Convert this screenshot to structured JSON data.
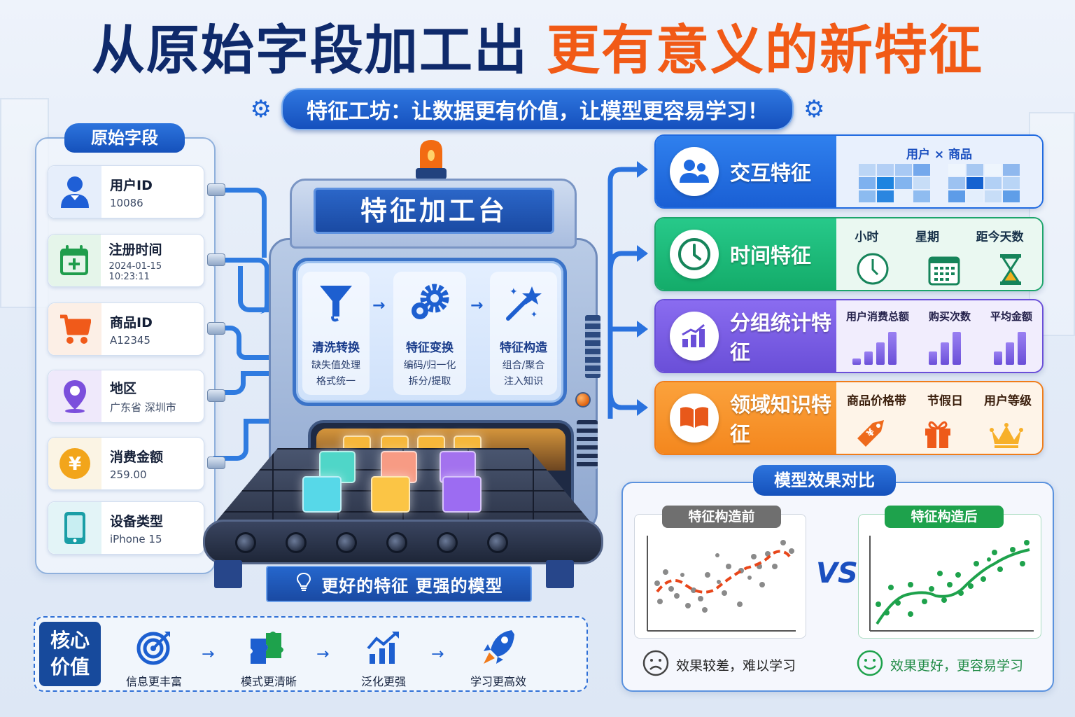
{
  "title": {
    "part1": "从原始字段加工出",
    "part2": "更有意义的新特征"
  },
  "subtitle": "特征工坊：让数据更有价值，让模型更容易学习！",
  "raw_fields": {
    "header": "原始字段",
    "items": [
      {
        "label": "用户ID",
        "value": "10086",
        "icon": "user-icon",
        "color": "#1f5fd6",
        "bg": "#e6eefb"
      },
      {
        "label": "注册时间",
        "value": "2024-01-15 10:23:11",
        "icon": "calendar-add-icon",
        "color": "#1f9d4c",
        "bg": "#e5f5ea"
      },
      {
        "label": "商品ID",
        "value": "A12345",
        "icon": "shopping-cart-icon",
        "color": "#f05a1a",
        "bg": "#fcefe6"
      },
      {
        "label": "地区",
        "value": "广东省  深圳市",
        "icon": "location-pin-icon",
        "color": "#7b4fdc",
        "bg": "#efe9fb"
      },
      {
        "label": "消费金额",
        "value": "259.00",
        "icon": "yuan-coin-icon",
        "color": "#f2a51b",
        "bg": "#fbf4e4"
      },
      {
        "label": "设备类型",
        "value": "iPhone 15",
        "icon": "smartphone-icon",
        "color": "#1a9ea6",
        "bg": "#e3f4f7"
      }
    ]
  },
  "machine": {
    "sign": "特征加工台",
    "steps": [
      {
        "title": "清洗转换",
        "desc1": "缺失值处理",
        "desc2": "格式统一",
        "icon": "funnel-icon"
      },
      {
        "title": "特征变换",
        "desc1": "编码/归一化",
        "desc2": "拆分/提取",
        "icon": "gears-icon"
      },
      {
        "title": "特征构造",
        "desc1": "组合/聚合",
        "desc2": "注入知识",
        "icon": "magic-wand-icon"
      }
    ],
    "arrow": "→",
    "banner": "更好的特征  更强的模型"
  },
  "features": [
    {
      "title": "交互特征",
      "color": "#1f6ae0",
      "light": "#e8f0fd",
      "border": "#1f6ae0",
      "icon": "users-icon",
      "header": "用户 × 商品",
      "heatmap_a": [
        "#bcd6f6",
        "#b3cff5",
        "#a8c9f4",
        "#74a8ec",
        "#7eb1ef",
        "#1d84e0",
        "#82b4ef",
        "#c7ddf7",
        "#8cbbf0",
        "#2a86e0",
        "#e8f1fc",
        "#8fbcf0"
      ],
      "heatmap_b": [
        "#eef5fd",
        "#a7c8f2",
        "#eef5fd",
        "#8fb8ee",
        "#9cc2f1",
        "#1562d0",
        "#b2d0f5",
        "#b9d5f6",
        "#5d9ce8",
        "#e3eefc",
        "#c7ddf7",
        "#5f9ee8"
      ]
    },
    {
      "title": "时间特征",
      "color": "#1ebd7a",
      "light": "#eaf8f1",
      "border": "#1ea56c",
      "icon": "clock-icon",
      "sub": [
        {
          "label": "小时",
          "icon": "clock-icon"
        },
        {
          "label": "星期",
          "icon": "calendar-icon"
        },
        {
          "label": "距今天数",
          "icon": "hourglass-icon"
        }
      ]
    },
    {
      "title": "分组统计特征",
      "color": "#7a5ce6",
      "light": "#f1edfd",
      "border": "#6a4fd8",
      "icon": "bar-chart-icon",
      "sub": [
        {
          "label": "用户消费总额",
          "bars": [
            14,
            30,
            52,
            76
          ]
        },
        {
          "label": "购买次数",
          "bars": [
            30,
            52,
            76
          ]
        },
        {
          "label": "平均金额",
          "bars": [
            30,
            52,
            76
          ]
        }
      ]
    },
    {
      "title": "领域知识特征",
      "color": "#f7922a",
      "light": "#fef4e8",
      "border": "#f07d1a",
      "icon": "open-book-icon",
      "sub": [
        {
          "label": "商品价格带",
          "icon": "price-tag-icon"
        },
        {
          "label": "节假日",
          "icon": "gift-icon"
        },
        {
          "label": "用户等级",
          "icon": "crown-icon"
        }
      ]
    }
  ],
  "comparison": {
    "header": "模型效果对比",
    "vs": "VS",
    "before": {
      "tag": "特征构造前",
      "verdict": "效果较差，难以学习",
      "color": "#6b6b6b",
      "line_color": "#e8461a"
    },
    "after": {
      "tag": "特征构造后",
      "verdict": "效果更好，更容易学习",
      "color": "#1ea24c",
      "line_color": "#1ea24c"
    }
  },
  "core_value": {
    "badge_line1": "核心",
    "badge_line2": "价值",
    "items": [
      {
        "label": "信息更丰富",
        "icon": "target-icon"
      },
      {
        "label": "模式更清晰",
        "icon": "puzzle-icon"
      },
      {
        "label": "泛化更强",
        "icon": "growth-chart-icon"
      },
      {
        "label": "学习更高效",
        "icon": "rocket-icon"
      }
    ],
    "arrow": "→"
  }
}
